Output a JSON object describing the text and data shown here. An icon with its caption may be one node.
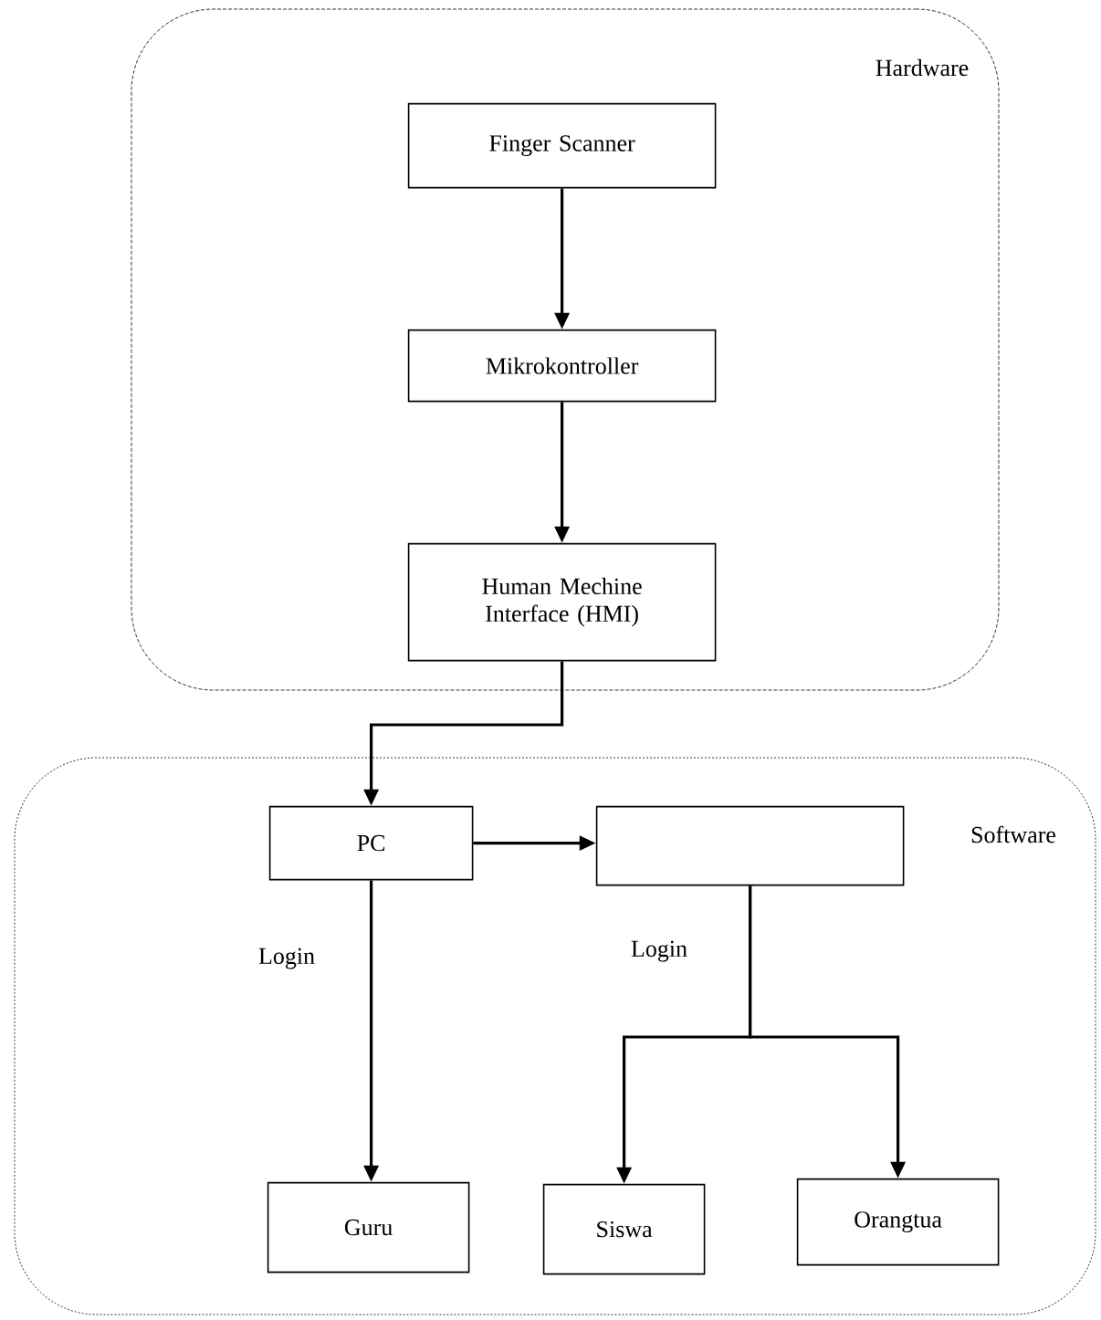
{
  "diagram": {
    "nodes": [
      {
        "text": [
          "Hardware"
        ]
      },
      {
        "text": [
          "Finger Scanner"
        ],
        "in": 0
      },
      {
        "text": [
          "Mikrokontroller"
        ],
        "in": 0
      },
      {
        "text": [
          "Human Mechine Interface (HMI)"
        ],
        "in": 0
      },
      {
        "text": [
          "Software"
        ]
      },
      {
        "text": [
          "PC"
        ],
        "in": 4
      },
      {
        "text": [],
        "shape": "box",
        "in": 4
      },
      {
        "text": [
          "Guru"
        ],
        "in": 4
      },
      {
        "text": [
          "Siswa"
        ],
        "in": 4
      },
      {
        "text": [
          "Orangtua"
        ],
        "in": 4
      }
    ],
    "edges": [
      {
        "from": 1,
        "to": 2,
        "arrow": "to"
      },
      {
        "from": 2,
        "to": 3,
        "arrow": "to"
      },
      {
        "from": 3,
        "to": 5,
        "arrow": "to"
      },
      {
        "from": 5,
        "to": 6,
        "arrow": "to"
      },
      {
        "from": 5,
        "to": 7,
        "arrow": "to",
        "label": "Login"
      },
      {
        "from": 6,
        "to": 8,
        "arrow": "to",
        "label": "Login"
      },
      {
        "from": 6,
        "to": 9,
        "arrow": "to"
      }
    ]
  }
}
